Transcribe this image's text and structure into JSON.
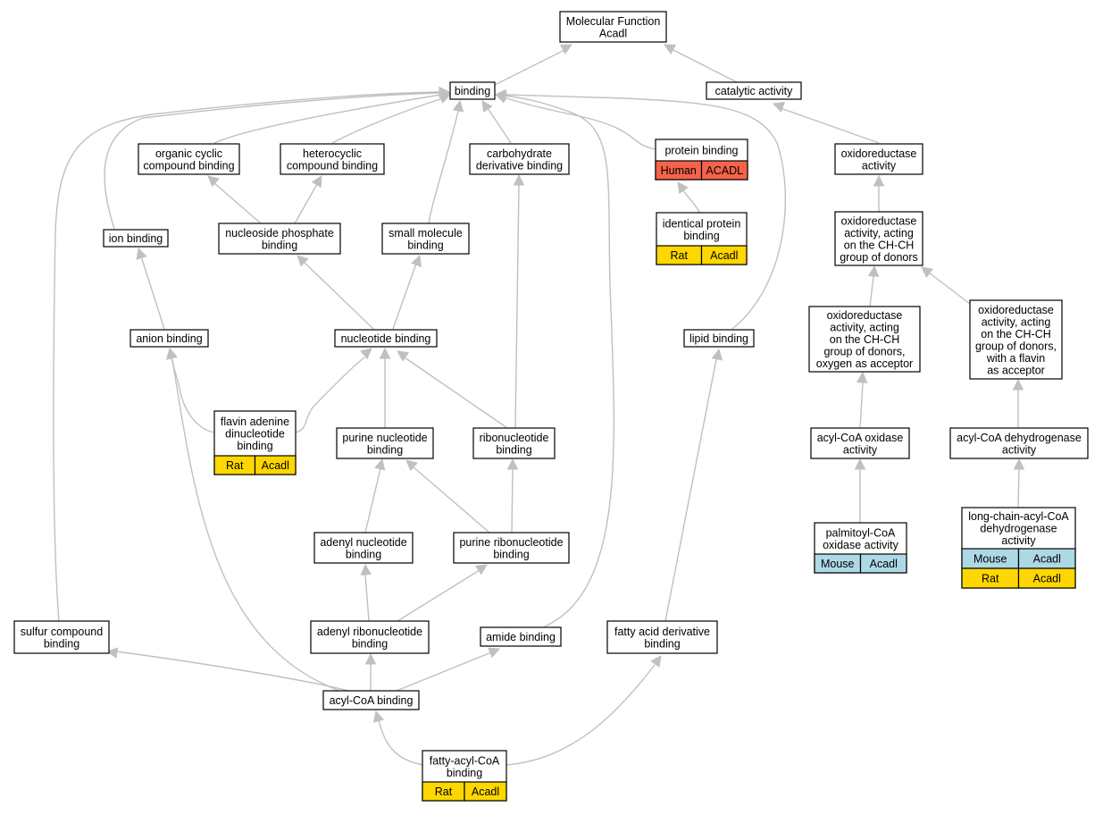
{
  "diagram": {
    "colors": {
      "human": "#f4634a",
      "rat": "#ffd700",
      "mouse": "#add8e6",
      "edge": "#c0c0c0"
    },
    "nodes": [
      {
        "id": "mf",
        "lines": [
          "Molecular Function",
          "Acadl"
        ]
      },
      {
        "id": "binding",
        "lines": [
          "binding"
        ]
      },
      {
        "id": "catalytic",
        "lines": [
          "catalytic activity"
        ]
      },
      {
        "id": "organic-cyclic",
        "lines": [
          "organic cyclic",
          "compound binding"
        ]
      },
      {
        "id": "heterocyclic",
        "lines": [
          "heterocyclic",
          "compound binding"
        ]
      },
      {
        "id": "carbohydrate",
        "lines": [
          "carbohydrate",
          "derivative binding"
        ]
      },
      {
        "id": "protein",
        "lines": [
          "protein binding"
        ],
        "rows": [
          {
            "species": "Human",
            "gene": "ACADL",
            "color": "human"
          }
        ]
      },
      {
        "id": "oxidoreductase",
        "lines": [
          "oxidoreductase",
          "activity"
        ]
      },
      {
        "id": "ion",
        "lines": [
          "ion binding"
        ]
      },
      {
        "id": "nuc-phosphate",
        "lines": [
          "nucleoside phosphate",
          "binding"
        ]
      },
      {
        "id": "small-molecule",
        "lines": [
          "small molecule",
          "binding"
        ]
      },
      {
        "id": "identical-protein",
        "lines": [
          "identical protein",
          "binding"
        ],
        "rows": [
          {
            "species": "Rat",
            "gene": "Acadl",
            "color": "rat"
          }
        ]
      },
      {
        "id": "oxido-chch",
        "lines": [
          "oxidoreductase",
          "activity, acting",
          "on the CH-CH",
          "group of donors"
        ]
      },
      {
        "id": "anion",
        "lines": [
          "anion binding"
        ]
      },
      {
        "id": "nucleotide",
        "lines": [
          "nucleotide binding"
        ]
      },
      {
        "id": "lipid",
        "lines": [
          "lipid binding"
        ]
      },
      {
        "id": "oxido-oxygen",
        "lines": [
          "oxidoreductase",
          "activity, acting",
          "on the CH-CH",
          "group of donors,",
          "oxygen as acceptor"
        ]
      },
      {
        "id": "oxido-flavin",
        "lines": [
          "oxidoreductase",
          "activity, acting",
          "on the CH-CH",
          "group of donors,",
          "with a flavin",
          "as acceptor"
        ]
      },
      {
        "id": "fad",
        "lines": [
          "flavin adenine",
          "dinucleotide",
          "binding"
        ],
        "rows": [
          {
            "species": "Rat",
            "gene": "Acadl",
            "color": "rat"
          }
        ]
      },
      {
        "id": "purine-nuc",
        "lines": [
          "purine nucleotide",
          "binding"
        ]
      },
      {
        "id": "ribonuc",
        "lines": [
          "ribonucleotide",
          "binding"
        ]
      },
      {
        "id": "acyl-oxidase",
        "lines": [
          "acyl-CoA oxidase",
          "activity"
        ]
      },
      {
        "id": "acyl-dehydro",
        "lines": [
          "acyl-CoA dehydrogenase",
          "activity"
        ]
      },
      {
        "id": "adenyl-nuc",
        "lines": [
          "adenyl nucleotide",
          "binding"
        ]
      },
      {
        "id": "purine-ribonuc",
        "lines": [
          "purine ribonucleotide",
          "binding"
        ]
      },
      {
        "id": "palmitoyl",
        "lines": [
          "palmitoyl-CoA",
          "oxidase activity"
        ],
        "rows": [
          {
            "species": "Mouse",
            "gene": "Acadl",
            "color": "mouse"
          }
        ]
      },
      {
        "id": "long-chain",
        "lines": [
          "long-chain-acyl-CoA",
          "dehydrogenase",
          "activity"
        ],
        "rows": [
          {
            "species": "Mouse",
            "gene": "Acadl",
            "color": "mouse"
          },
          {
            "species": "Rat",
            "gene": "Acadl",
            "color": "rat"
          }
        ]
      },
      {
        "id": "sulfur",
        "lines": [
          "sulfur compound",
          "binding"
        ]
      },
      {
        "id": "adenyl-ribonuc",
        "lines": [
          "adenyl ribonucleotide",
          "binding"
        ]
      },
      {
        "id": "amide",
        "lines": [
          "amide binding"
        ]
      },
      {
        "id": "fatty-acid-deriv",
        "lines": [
          "fatty acid derivative",
          "binding"
        ]
      },
      {
        "id": "acyl-coa",
        "lines": [
          "acyl-CoA binding"
        ]
      },
      {
        "id": "fatty-acyl-coa",
        "lines": [
          "fatty-acyl-CoA",
          "binding"
        ],
        "rows": [
          {
            "species": "Rat",
            "gene": "Acadl",
            "color": "rat"
          }
        ]
      }
    ]
  }
}
